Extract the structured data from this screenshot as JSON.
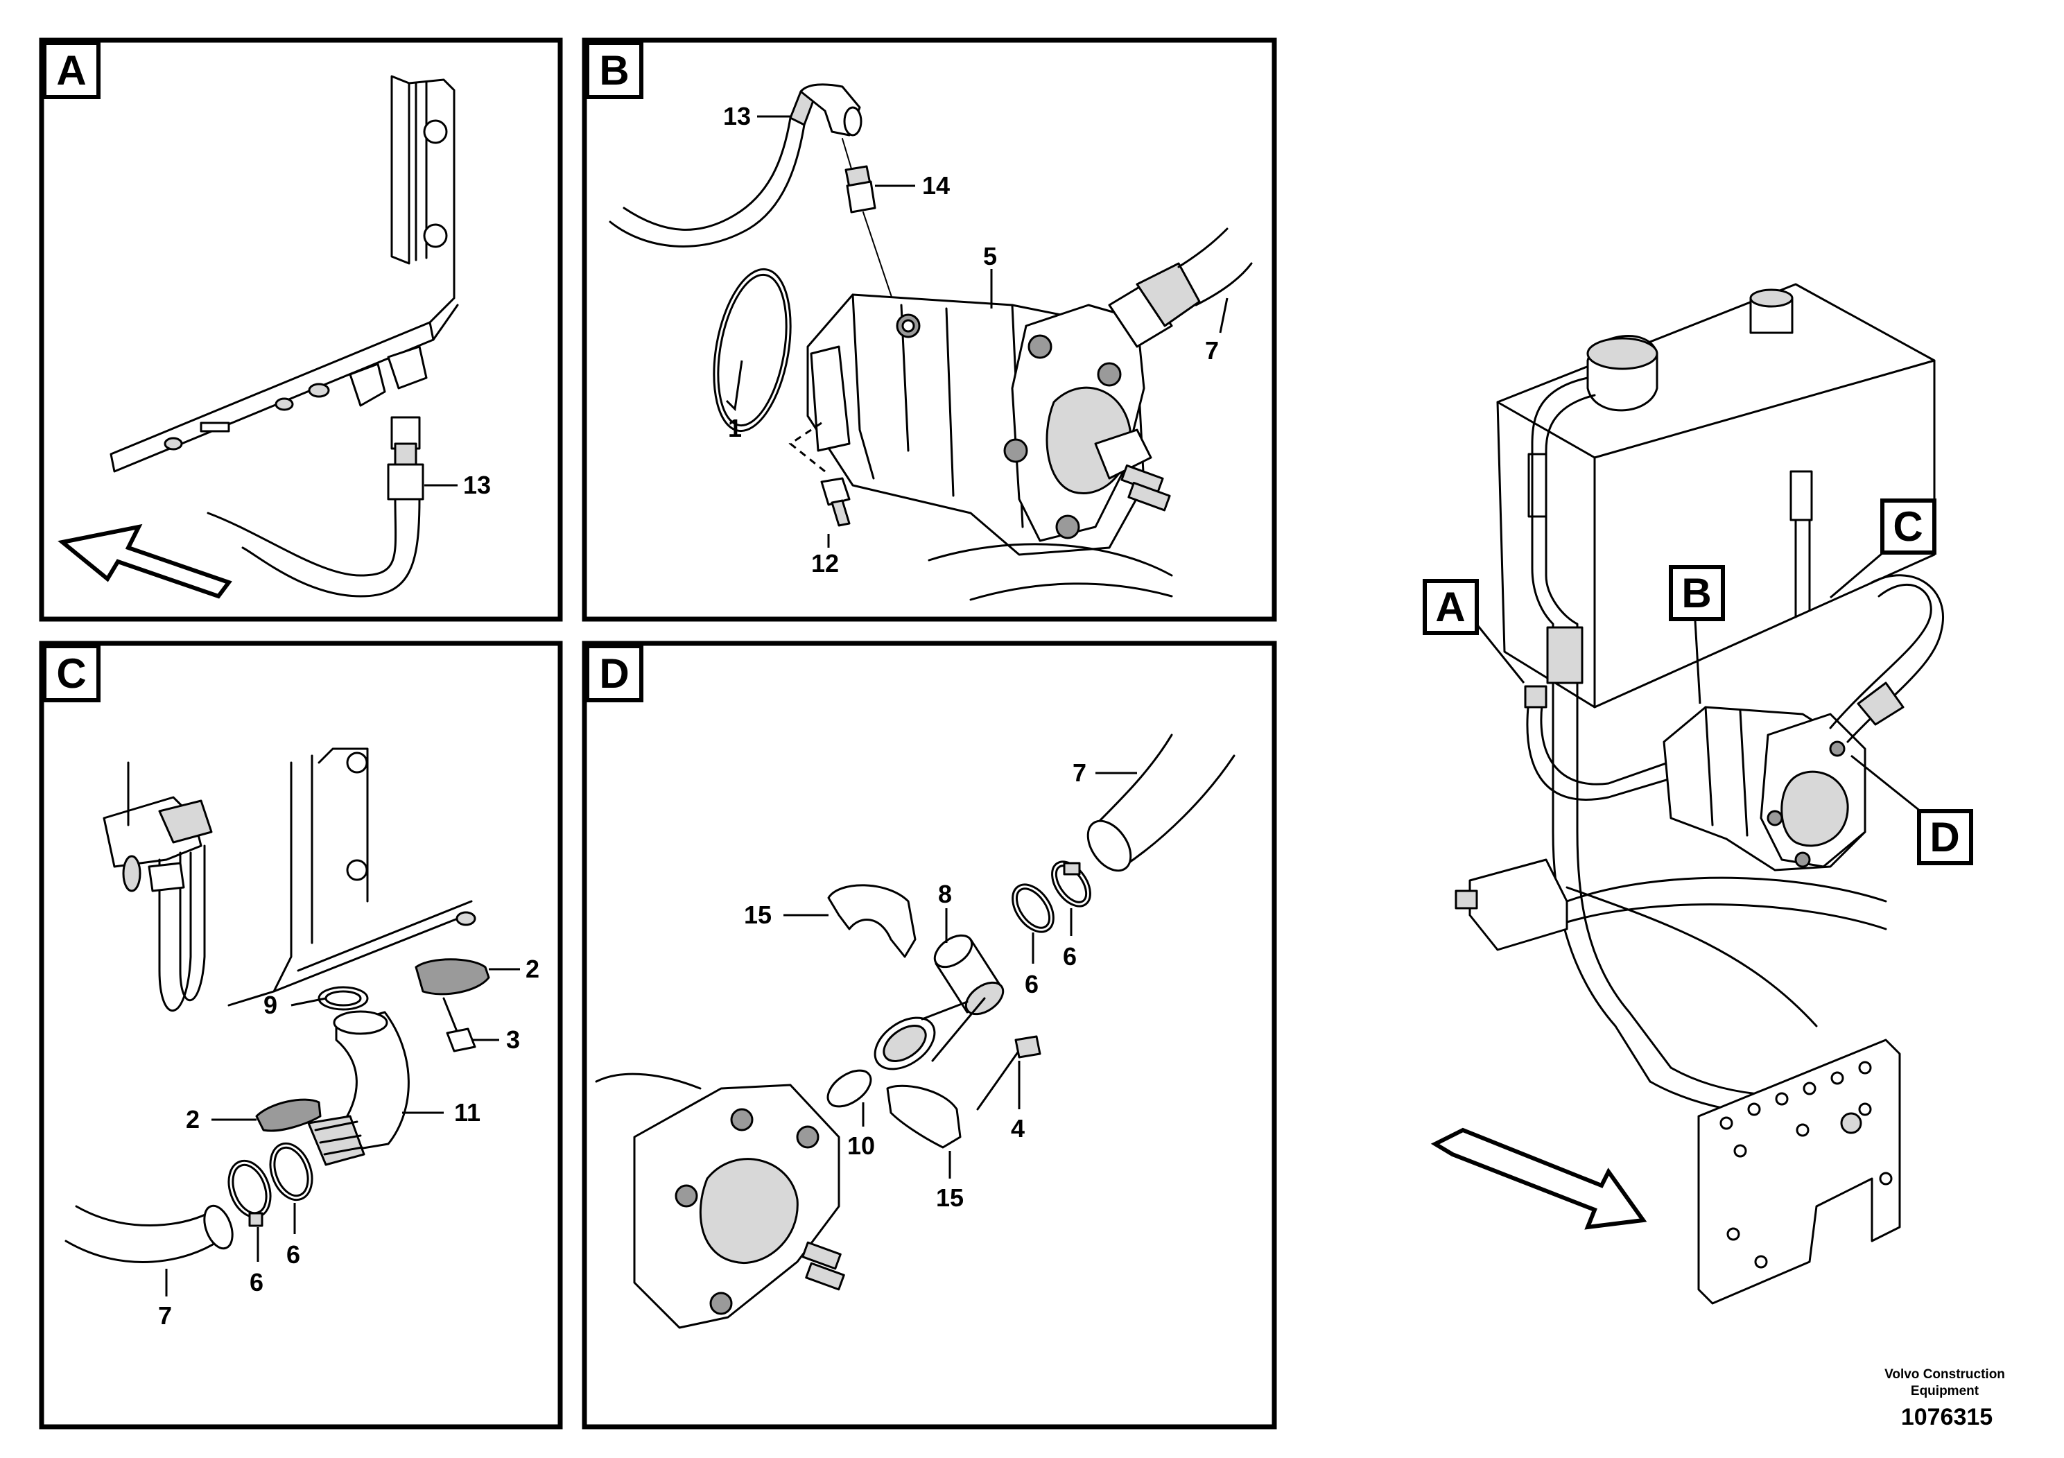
{
  "panels": {
    "a": {
      "tag": "A",
      "callouts": [
        "13"
      ]
    },
    "b": {
      "tag": "B",
      "callouts": [
        "13",
        "14",
        "5",
        "7",
        "1",
        "12"
      ]
    },
    "c": {
      "tag": "C",
      "callouts": [
        "2",
        "9",
        "3",
        "2",
        "11",
        "6",
        "6",
        "7"
      ]
    },
    "d": {
      "tag": "D",
      "callouts": [
        "7",
        "15",
        "8",
        "6",
        "6",
        "4",
        "10",
        "15"
      ]
    }
  },
  "overview": {
    "tags": [
      "A",
      "B",
      "C",
      "D"
    ]
  },
  "footer": {
    "company_line1": "Volvo Construction",
    "company_line2": "Equipment",
    "drawing_number": "1076315"
  }
}
